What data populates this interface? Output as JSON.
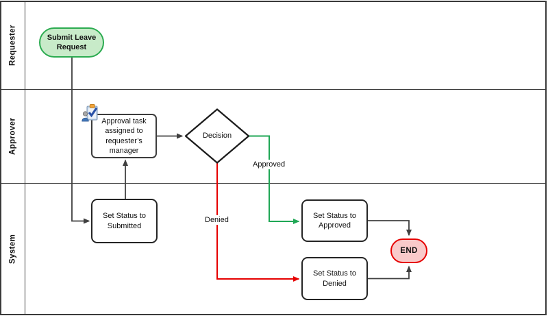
{
  "diagram": {
    "lanes": [
      {
        "label": "Requester"
      },
      {
        "label": "Approver"
      },
      {
        "label": "System"
      }
    ],
    "nodes": {
      "start": {
        "label": "Submit Leave Request",
        "type": "start"
      },
      "approval_task": {
        "label": "Approval task assigned to requester’s manager",
        "type": "user-task"
      },
      "decision": {
        "label": "Decision",
        "type": "decision"
      },
      "set_submitted": {
        "label": "Set Status to Submitted",
        "type": "process"
      },
      "set_approved": {
        "label": "Set Status to Approved",
        "type": "process"
      },
      "set_denied": {
        "label": "Set Status to Denied",
        "type": "process"
      },
      "end": {
        "label": "END",
        "type": "end"
      }
    },
    "edge_labels": {
      "approved": "Approved",
      "denied": "Denied"
    },
    "icons": [
      {
        "name": "user-task-clipboard-icon",
        "attached_to": "approval_task"
      }
    ],
    "colors": {
      "start_fill": "#c8ebc9",
      "start_border": "#2bab50",
      "end_fill": "#f9caca",
      "end_border": "#e60000",
      "approved_edge": "#1fa755",
      "denied_edge": "#e60000",
      "connector": "#404040",
      "node_border": "#242424",
      "lane_border": "#3a3a3a"
    }
  }
}
